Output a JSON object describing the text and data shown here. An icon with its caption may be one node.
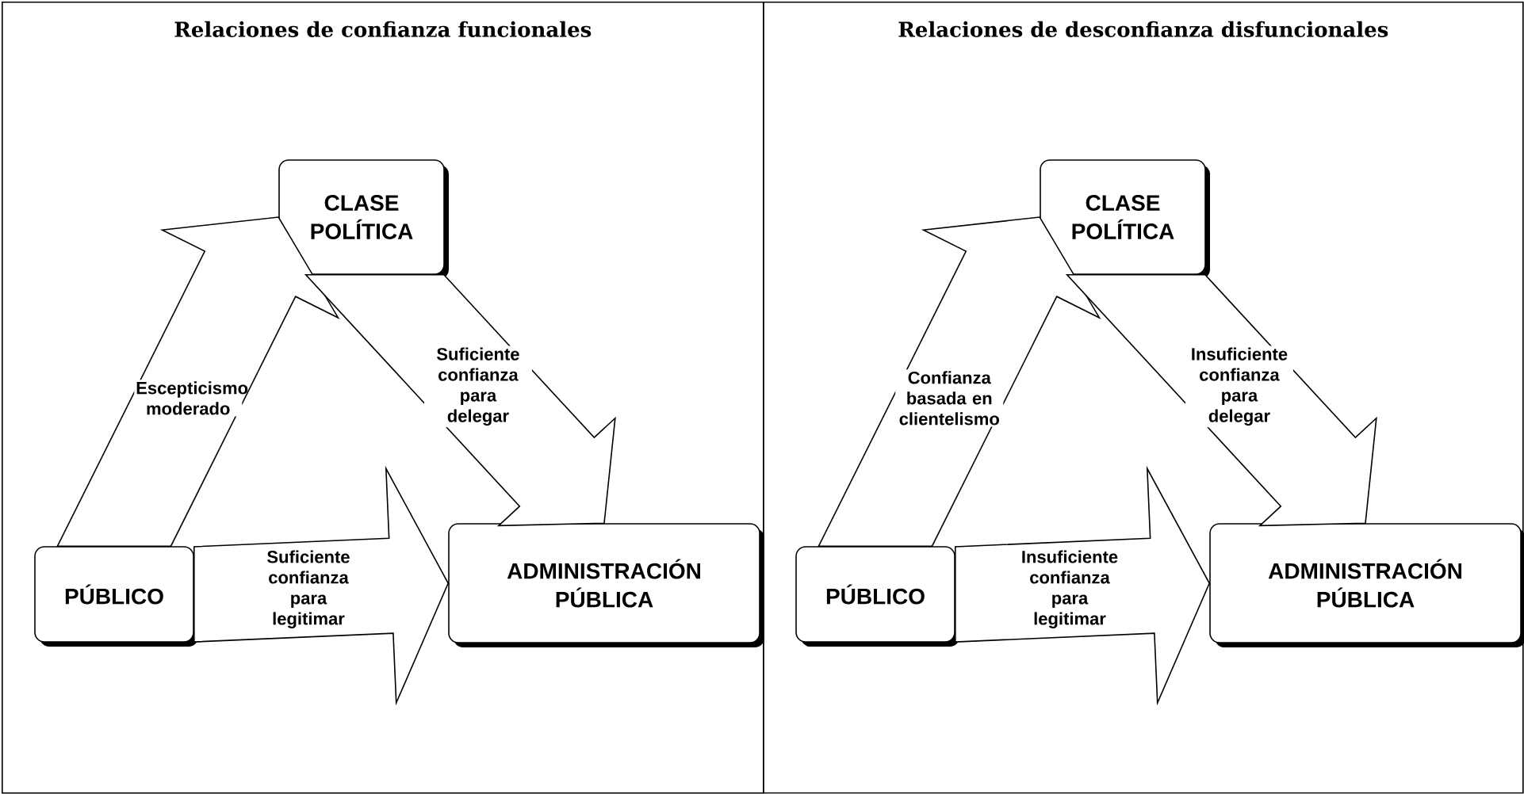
{
  "diagram": {
    "nodes": [
      {
        "text": [
          "Relaciones de confianza funcionales"
        ]
      },
      {
        "text": [
          "CLASE POLÍTICA"
        ],
        "in": 0
      },
      {
        "text": [
          "PÚBLICO"
        ],
        "in": 0
      },
      {
        "text": [
          "ADMINISTRACIÓN PÚBLICA"
        ],
        "in": 0
      },
      {
        "text": [
          "Relaciones de desconfianza disfuncionales"
        ]
      },
      {
        "text": [
          "CLASE POLÍTICA"
        ],
        "in": 4
      },
      {
        "text": [
          "PÚBLICO"
        ],
        "in": 4
      },
      {
        "text": [
          "ADMINISTRACIÓN PÚBLICA"
        ],
        "in": 4
      }
    ],
    "edges": [
      {
        "from": 2,
        "to": 1,
        "arrow": "to",
        "label": "Escepticismo moderado"
      },
      {
        "from": 1,
        "to": 3,
        "arrow": "to",
        "label": "Suficiente confianza para delegar"
      },
      {
        "from": 2,
        "to": 3,
        "arrow": "to",
        "label": "Suficiente confianza para legitimar"
      },
      {
        "from": 6,
        "to": 5,
        "arrow": "to",
        "label": "Confianza basada en clientelismo"
      },
      {
        "from": 5,
        "to": 7,
        "arrow": "to",
        "label": "Insuficiente confianza para delegar"
      },
      {
        "from": 6,
        "to": 7,
        "arrow": "to",
        "label": "Insuficiente confianza para legitimar"
      }
    ]
  }
}
